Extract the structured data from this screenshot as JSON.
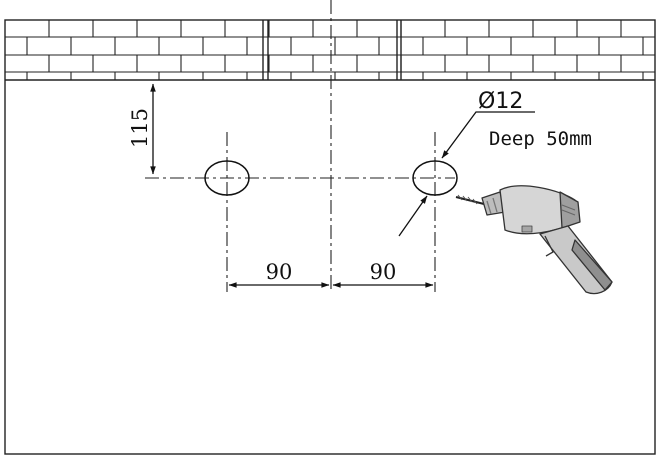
{
  "diagram": {
    "vertical_offset_label": "115",
    "left_spacing_label": "90",
    "right_spacing_label": "90",
    "hole_diameter_label": "Ø12",
    "hole_depth_label": "Deep 50mm"
  },
  "icons": {
    "drill": "drill-icon"
  }
}
